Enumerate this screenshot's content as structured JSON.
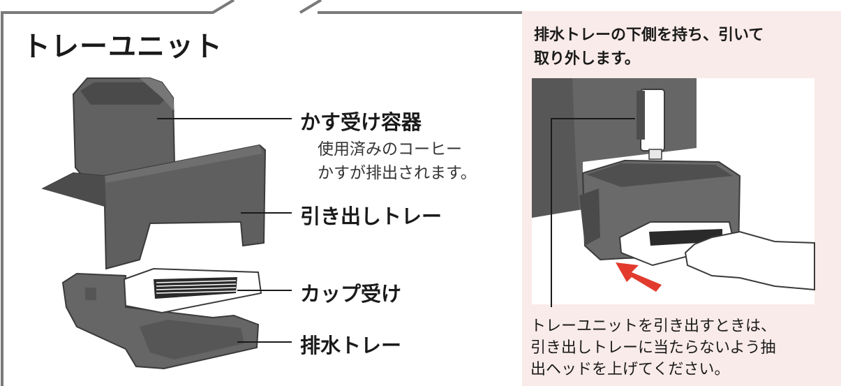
{
  "title": "トレーユニット",
  "labels": {
    "grounds_container": "かす受け容器",
    "grounds_desc_line1": "使用済みのコーヒー",
    "grounds_desc_line2": "かすが排出されます。",
    "drawer_tray": "引き出しトレー",
    "cup_holder": "カップ受け",
    "drain_tray": "排水トレー"
  },
  "right_panel": {
    "instruction_line1": "排水トレーの下側を持ち、引いて",
    "instruction_line2": "取り外します。",
    "note_line1": "トレーユニットを引き出すときは、",
    "note_line2": "引き出しトレーに当たらないよう抽",
    "note_line3": "出ヘッドを上げてください。"
  },
  "colors": {
    "panel_bg": "#f9ebe9",
    "arrow": "#e23b2e",
    "frame": "#7a7a7a",
    "tray_gray": "#5e5e5e"
  }
}
